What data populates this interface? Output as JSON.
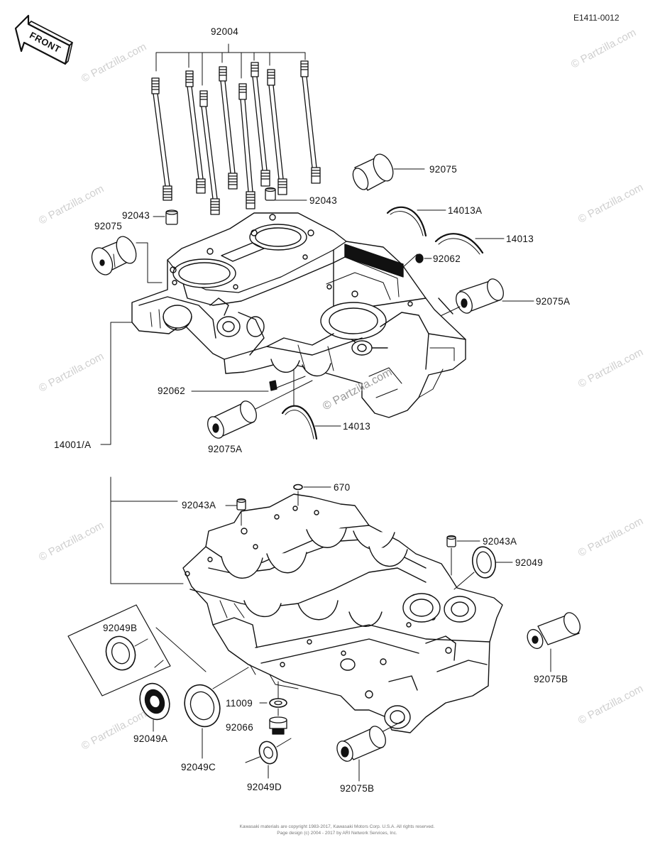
{
  "diagram_code": "E1411-0012",
  "front_label": "FRONT",
  "watermark": "© Partzilla.com",
  "copyright": {
    "line1": "Kawasaki materials are copyright 1983-2017, Kawasaki Motors Corp. U.S.A. All rights reserved.",
    "line2": "Page design (c) 2004 - 2017 by ARI Network Services, Inc."
  },
  "parts": {
    "p92004": "92004",
    "p92075_top": "92075",
    "p92043_right": "92043",
    "p92043_left": "92043",
    "p92075_left": "92075",
    "p14013A": "14013A",
    "p14013_top": "14013",
    "p92062_right": "92062",
    "p92075A_right": "92075A",
    "p92062_left": "92062",
    "p14013_bottom": "14013",
    "p14001A": "14001/A",
    "p92075A_bottom": "92075A",
    "p670": "670",
    "p92043A_left": "92043A",
    "p92043A_right": "92043A",
    "p92049": "92049",
    "p92049B": "92049B",
    "p92075B_right": "92075B",
    "p11009": "11009",
    "p92066": "92066",
    "p92049A": "92049A",
    "p92049C": "92049C",
    "p92049D": "92049D",
    "p92075B_bottom": "92075B"
  }
}
